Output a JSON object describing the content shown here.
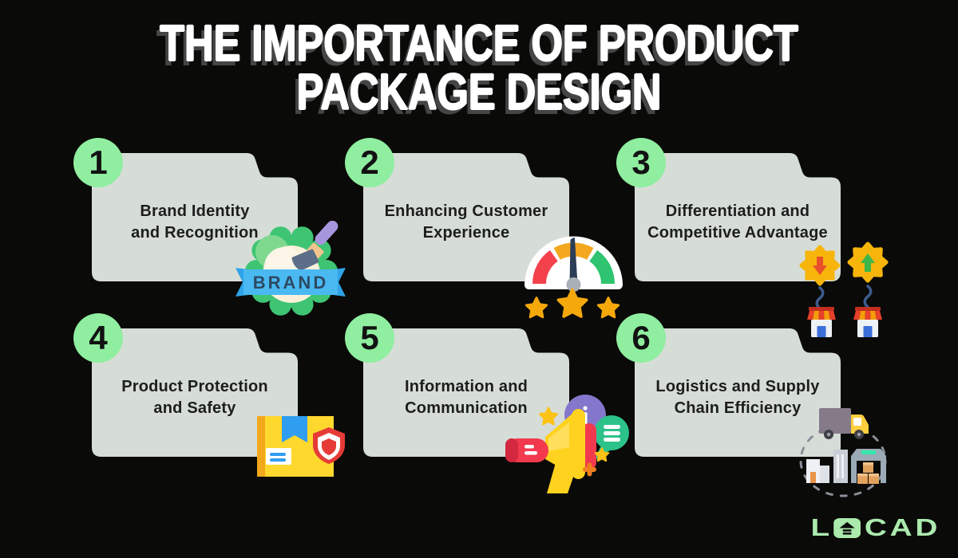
{
  "title": {
    "line1": "THE IMPORTANCE OF PRODUCT",
    "line2": "PACKAGE DESIGN"
  },
  "cards": [
    {
      "number": "1",
      "line1": "Brand Identity",
      "line2": "and Recognition",
      "icon": "brand-badge-icon",
      "icon_text": "BRAND"
    },
    {
      "number": "2",
      "line1": "Enhancing Customer",
      "line2": "Experience",
      "icon": "satisfaction-gauge-icon"
    },
    {
      "number": "3",
      "line1": "Differentiation and",
      "line2": "Competitive Advantage",
      "icon": "market-comparison-icon"
    },
    {
      "number": "4",
      "line1": "Product Protection",
      "line2": "and Safety",
      "icon": "package-shield-icon"
    },
    {
      "number": "5",
      "line1": "Information and",
      "line2": "Communication",
      "icon": "megaphone-icon",
      "icon_text": "i"
    },
    {
      "number": "6",
      "line1": "Logistics and Supply",
      "line2": "Chain Efficiency",
      "icon": "truck-warehouse-icon"
    }
  ],
  "logo": {
    "full": "LOCAD",
    "part1": "L",
    "part2": "CAD"
  },
  "colors": {
    "background": "#0a0a08",
    "card": "#d6ddd7",
    "number_circle": "#8fee9f",
    "title_text": "#ffffff",
    "title_shadow": "#454545",
    "label_text": "#1d1d1d",
    "logo_green": "#abe9ad",
    "gauge_red": "#f4424d",
    "gauge_orange": "#f4a81f",
    "gauge_green": "#2fc46f",
    "star_gold": "#f5a80a",
    "ribbon_blue": "#4ab9f2"
  }
}
